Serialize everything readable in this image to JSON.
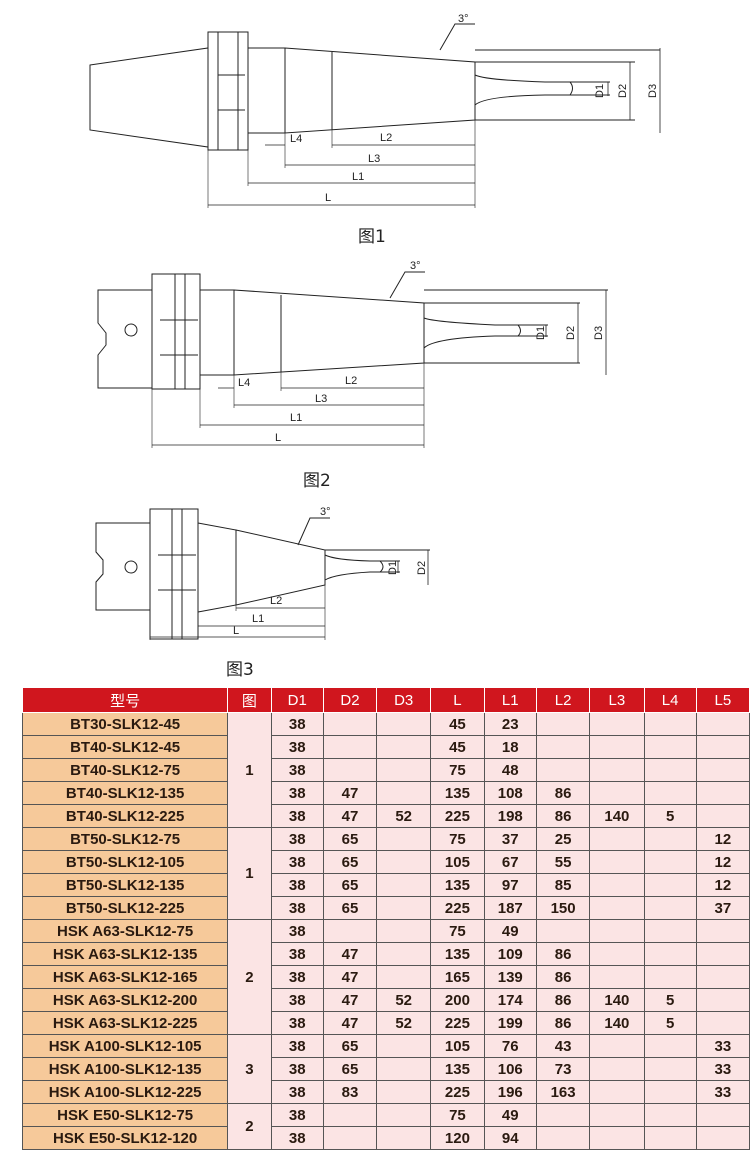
{
  "figures": [
    {
      "caption": "图1",
      "angle": "3°",
      "dims": [
        "D1",
        "D2",
        "D3",
        "L",
        "L1",
        "L2",
        "L3",
        "L4"
      ]
    },
    {
      "caption": "图2",
      "angle": "3°",
      "dims": [
        "D1",
        "D2",
        "D3",
        "L",
        "L1",
        "L2",
        "L3",
        "L4"
      ]
    },
    {
      "caption": "图3",
      "angle": "3°",
      "dims": [
        "D1",
        "D2",
        "L",
        "L1",
        "L2"
      ]
    }
  ],
  "table": {
    "headers": [
      "型号",
      "图",
      "D1",
      "D2",
      "D3",
      "L",
      "L1",
      "L2",
      "L3",
      "L4",
      "L5"
    ],
    "groups": [
      {
        "fig": "1",
        "rows": [
          [
            "BT30-SLK12-45",
            "38",
            "",
            "",
            "45",
            "23",
            "",
            "",
            "",
            ""
          ],
          [
            "BT40-SLK12-45",
            "38",
            "",
            "",
            "45",
            "18",
            "",
            "",
            "",
            ""
          ],
          [
            "BT40-SLK12-75",
            "38",
            "",
            "",
            "75",
            "48",
            "",
            "",
            "",
            ""
          ],
          [
            "BT40-SLK12-135",
            "38",
            "47",
            "",
            "135",
            "108",
            "86",
            "",
            "",
            ""
          ],
          [
            "BT40-SLK12-225",
            "38",
            "47",
            "52",
            "225",
            "198",
            "86",
            "140",
            "5",
            ""
          ]
        ]
      },
      {
        "fig": "1",
        "rows": [
          [
            "BT50-SLK12-75",
            "38",
            "65",
            "",
            "75",
            "37",
            "25",
            "",
            "",
            "12"
          ],
          [
            "BT50-SLK12-105",
            "38",
            "65",
            "",
            "105",
            "67",
            "55",
            "",
            "",
            "12"
          ],
          [
            "BT50-SLK12-135",
            "38",
            "65",
            "",
            "135",
            "97",
            "85",
            "",
            "",
            "12"
          ],
          [
            "BT50-SLK12-225",
            "38",
            "65",
            "",
            "225",
            "187",
            "150",
            "",
            "",
            "37"
          ]
        ]
      },
      {
        "fig": "2",
        "rows": [
          [
            "HSK A63-SLK12-75",
            "38",
            "",
            "",
            "75",
            "49",
            "",
            "",
            "",
            ""
          ],
          [
            "HSK A63-SLK12-135",
            "38",
            "47",
            "",
            "135",
            "109",
            "86",
            "",
            "",
            ""
          ],
          [
            "HSK A63-SLK12-165",
            "38",
            "47",
            "",
            "165",
            "139",
            "86",
            "",
            "",
            ""
          ],
          [
            "HSK A63-SLK12-200",
            "38",
            "47",
            "52",
            "200",
            "174",
            "86",
            "140",
            "5",
            ""
          ],
          [
            "HSK A63-SLK12-225",
            "38",
            "47",
            "52",
            "225",
            "199",
            "86",
            "140",
            "5",
            ""
          ]
        ]
      },
      {
        "fig": "3",
        "rows": [
          [
            "HSK A100-SLK12-105",
            "38",
            "65",
            "",
            "105",
            "76",
            "43",
            "",
            "",
            "33"
          ],
          [
            "HSK A100-SLK12-135",
            "38",
            "65",
            "",
            "135",
            "106",
            "73",
            "",
            "",
            "33"
          ],
          [
            "HSK A100-SLK12-225",
            "38",
            "83",
            "",
            "225",
            "196",
            "163",
            "",
            "",
            "33"
          ]
        ]
      },
      {
        "fig": "2",
        "rows": [
          [
            "HSK E50-SLK12-75",
            "38",
            "",
            "",
            "75",
            "49",
            "",
            "",
            "",
            ""
          ],
          [
            "HSK E50-SLK12-120",
            "38",
            "",
            "",
            "120",
            "94",
            "",
            "",
            "",
            ""
          ]
        ]
      }
    ]
  }
}
